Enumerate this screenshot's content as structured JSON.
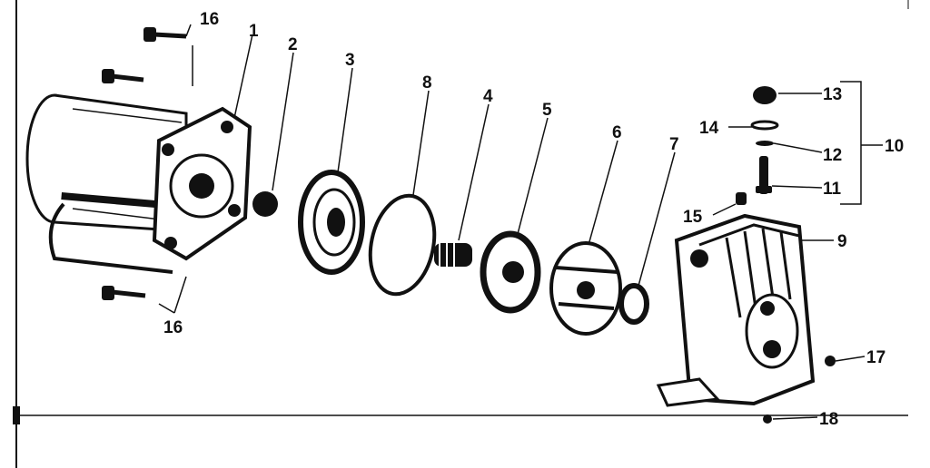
{
  "callouts": {
    "c1": "1",
    "c2": "2",
    "c3": "3",
    "c4": "4",
    "c5": "5",
    "c6": "6",
    "c7": "7",
    "c8": "8",
    "c9": "9",
    "c10": "10",
    "c11": "11",
    "c12": "12",
    "c13": "13",
    "c14": "14",
    "c15": "15",
    "c16_top": "16",
    "c16_bottom": "16",
    "c17": "17",
    "c18": "18"
  }
}
